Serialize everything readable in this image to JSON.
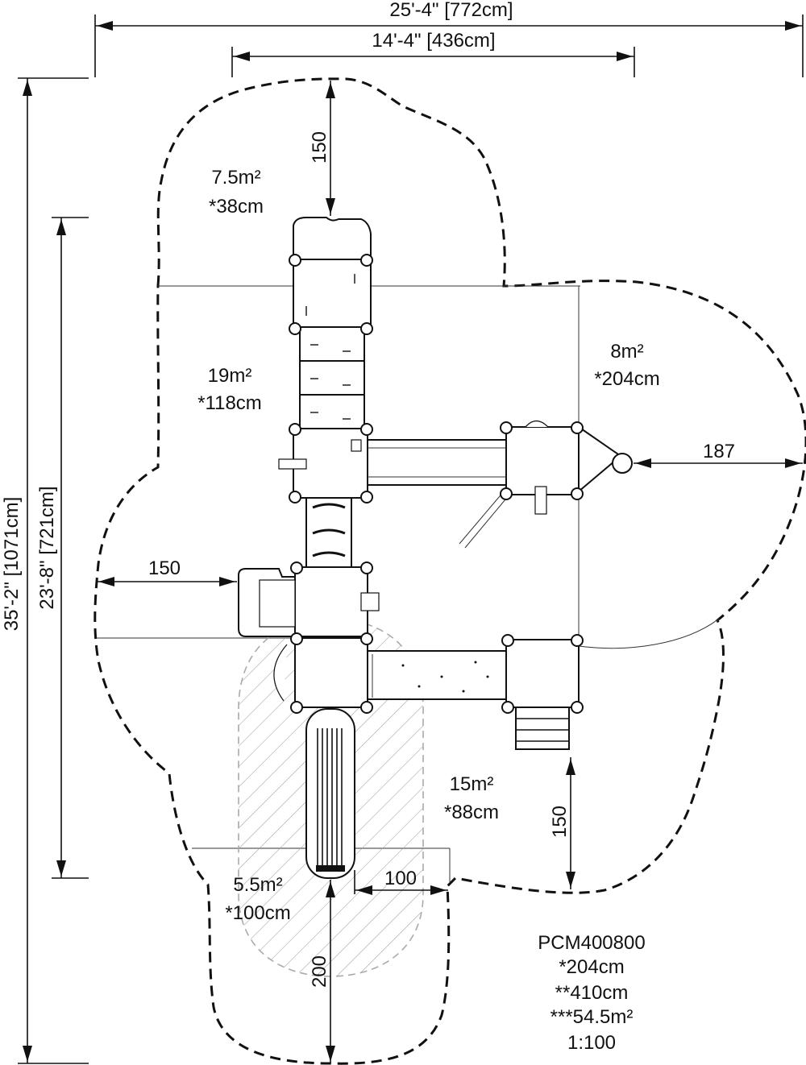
{
  "dimensions": {
    "overall_width": "25'-4\" [772cm]",
    "inner_width": "14'-4\" [436cm]",
    "overall_height": "35'-2\" [1071cm]",
    "inner_height": "23'-8\" [721cm]",
    "top_clearance": "150",
    "left_clearance": "150",
    "right_clearance": "187",
    "bottom_right_clearance": "150",
    "slide_side_clearance": "100",
    "slide_exit_clearance": "200"
  },
  "zones": [
    {
      "area": "7.5m²",
      "depth": "*38cm"
    },
    {
      "area": "19m²",
      "depth": "*118cm"
    },
    {
      "area": "8m²",
      "depth": "*204cm"
    },
    {
      "area": "15m²",
      "depth": "*88cm"
    },
    {
      "area": "5.5m²",
      "depth": "*100cm"
    }
  ],
  "product": {
    "code": "PCM400800",
    "height1": "*204cm",
    "height2": "**410cm",
    "area": "***54.5m²",
    "scale": "1:100"
  }
}
